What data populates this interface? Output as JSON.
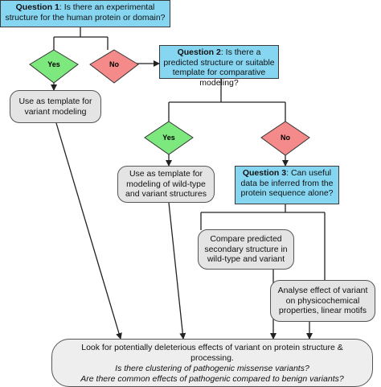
{
  "q1": {
    "title": "Question 1",
    "text": ": Is there an experimental structure for the human protein or domain?"
  },
  "q1_yes": "Yes",
  "q1_no": "No",
  "q1_yes_result": "Use as template for variant modeling",
  "q2": {
    "title": "Question 2",
    "text": ": Is there a predicted structure or suitable template for comparative modeling?"
  },
  "q2_yes": "Yes",
  "q2_no": "No",
  "q2_yes_result": "Use as template for modeling of wild-type and variant structures",
  "q3": {
    "title": "Question 3",
    "text": ": Can useful data be inferred from the protein sequence alone?"
  },
  "compare": "Compare predicted secondary structure in wild-type and variant",
  "analyse": "Analyse effect of variant on physicochemical properties, linear motifs",
  "final": {
    "line1": "Look for potentially deleterious effects of variant on protein structure & processing.",
    "line2": "Is there clustering of pathogenic missense variants?",
    "line3": "Are there common effects of pathogenic compared to benign variants?"
  },
  "colors": {
    "question": "#86d6f2",
    "yes": "#7de87d",
    "no": "#f48a8a",
    "result": "#e4e4e4"
  }
}
